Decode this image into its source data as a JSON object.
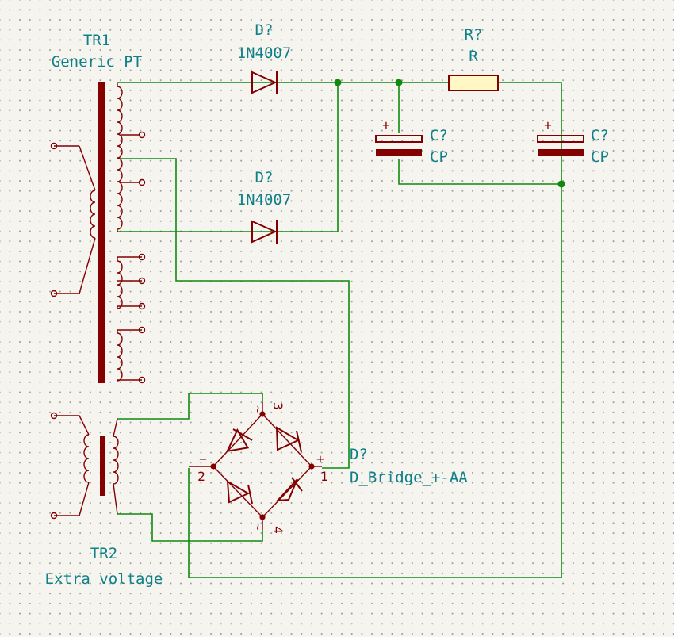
{
  "colors": {
    "wire": "#0f8a0f",
    "component": "#840000",
    "label": "#0f8088",
    "background": "#f5f4ef"
  },
  "components": {
    "tr1": {
      "ref": "TR1",
      "value": "Generic PT"
    },
    "d1": {
      "ref": "D?",
      "value": "1N4007"
    },
    "d2": {
      "ref": "D?",
      "value": "1N4007"
    },
    "r1": {
      "ref": "R?",
      "value": "R"
    },
    "c1": {
      "ref": "C?",
      "value": "CP",
      "polarity": "+"
    },
    "c2": {
      "ref": "C?",
      "value": "CP",
      "polarity": "+"
    },
    "tr2": {
      "ref": "TR2",
      "value": "Extra voltage"
    },
    "bridge": {
      "ref": "D?",
      "value": "D_Bridge_+-AA",
      "pins": {
        "p1": "1",
        "p2": "2",
        "p3": "3",
        "p4": "4"
      },
      "marks": {
        "plus": "+",
        "minus": "−",
        "ac_top": "~",
        "ac_bottom": "~"
      }
    }
  }
}
